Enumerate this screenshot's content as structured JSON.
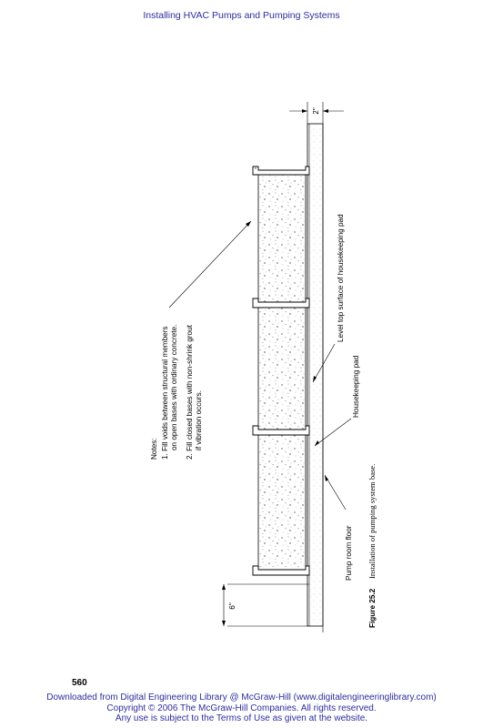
{
  "header": {
    "title": "Installing HVAC Pumps and Pumping Systems"
  },
  "notes": {
    "heading": "Notes:",
    "line1": "1. Fill voids between structural members",
    "line2": "on open bases with ordinary concrete.",
    "line3": "2. Fill closed bases with non-shrink grout",
    "line4": "if vibration occurs."
  },
  "labels": {
    "level_top": "Level top surface of housekeeping pad",
    "housekeeping": "Housekeeping pad",
    "floor": "Pump room floor",
    "dim_top": "2\"",
    "dim_bottom": "6\""
  },
  "caption": {
    "figure": "Figure 25.2",
    "text": "Installation of pumping system base."
  },
  "page_number": "560",
  "footer": {
    "line1": "Downloaded from Digital Engineering Library @ McGraw-Hill (www.digitalengineeringlibrary.com)",
    "line2": "Copyright © 2006 The McGraw-Hill Companies. All rights reserved.",
    "line3": "Any use is subject to the Terms of Use as given at the website."
  }
}
